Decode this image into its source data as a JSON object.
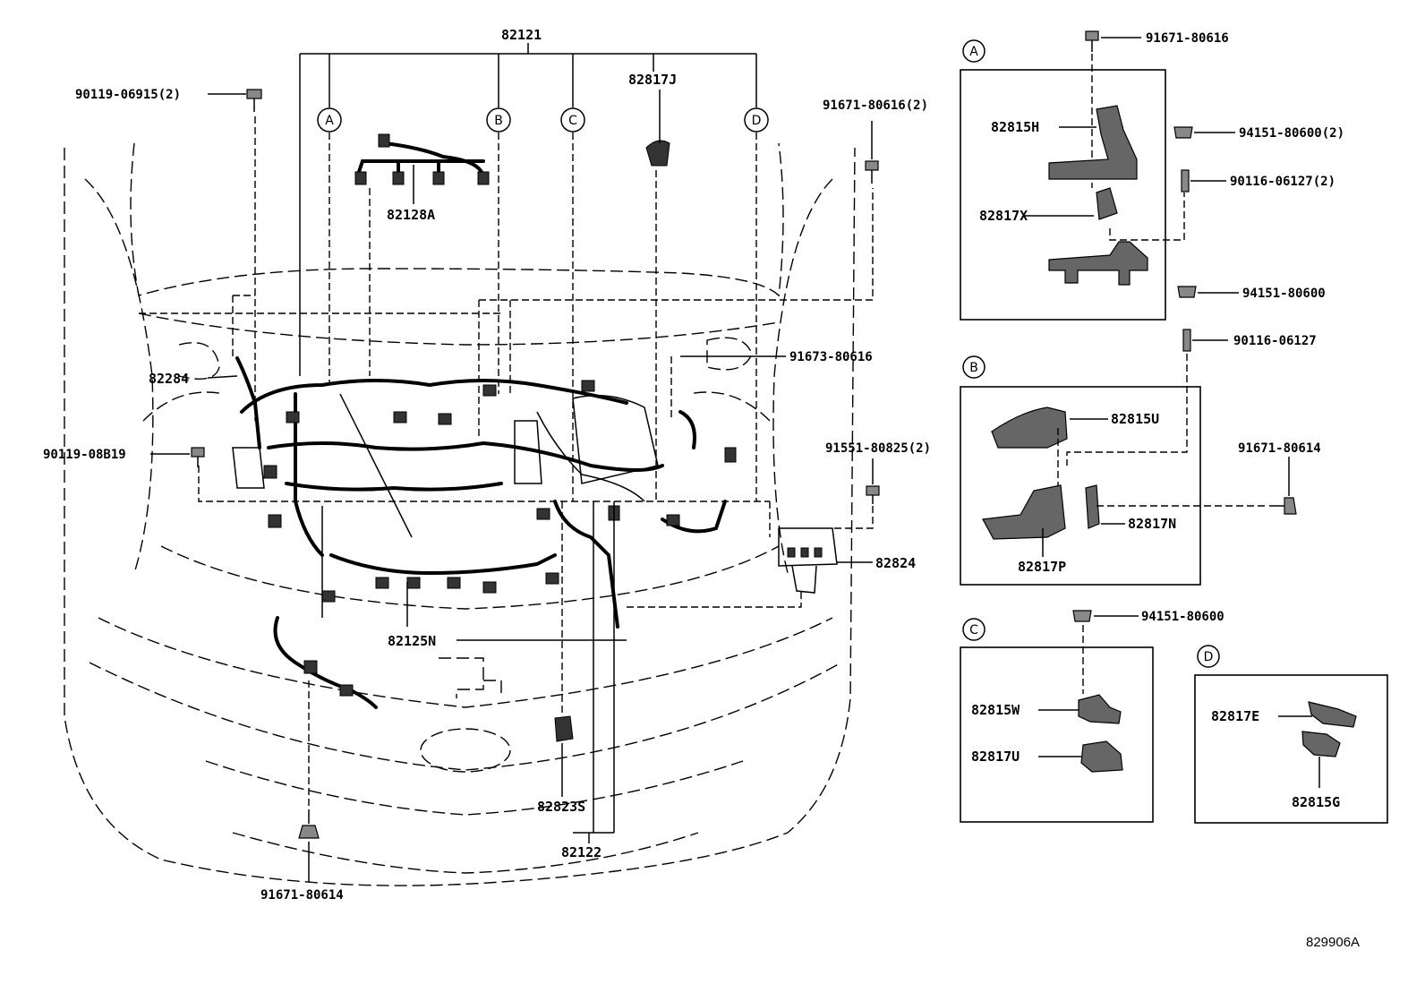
{
  "figure_ref": "829906A",
  "subassembly_keys": [
    "A",
    "B",
    "C",
    "D"
  ],
  "part_labels": {
    "p82121": "82121",
    "p82817J": "82817J",
    "p82128A": "82128A",
    "p82284": "82284",
    "p82125N": "82125N",
    "p82823S": "82823S",
    "p82122": "82122",
    "p82824": "82824",
    "p82815H": "82815H",
    "p82817X": "82817X",
    "p82815U": "82815U",
    "p82817N": "82817N",
    "p82817P": "82817P",
    "p82815W": "82815W",
    "p82817U": "82817U",
    "p82817E": "82817E",
    "p82815G": "82815G"
  },
  "fastener_labels": {
    "f90119_06915": "90119-06915(2)",
    "f91671_80616_2": "91671-80616(2)",
    "f91673_80616": "91673-80616",
    "f90119_08B19": "90119-08B19",
    "f91551_80825": "91551-80825(2)",
    "f91671_80614_bottom": "91671-80614",
    "f91671_80616_a": "91671-80616",
    "f94151_80600_2": "94151-80600(2)",
    "f90116_06127_2": "90116-06127(2)",
    "f94151_80600_b": "94151-80600",
    "f90116_06127": "90116-06127",
    "f91671_80614_right": "91671-80614",
    "f94151_80600_c": "94151-80600"
  }
}
